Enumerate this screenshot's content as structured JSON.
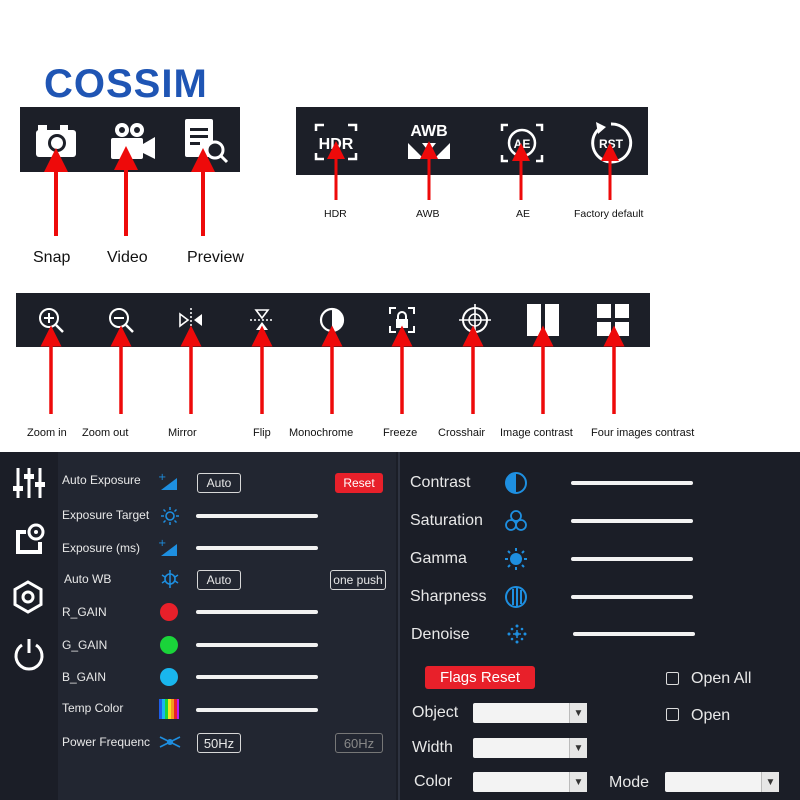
{
  "logo": {
    "text": "COSSIM"
  },
  "toolbar_capture": {
    "items": [
      {
        "icon": "camera-icon",
        "label": "Snap"
      },
      {
        "icon": "video-camera-icon",
        "label": "Video"
      },
      {
        "icon": "preview-icon",
        "label": "Preview"
      }
    ]
  },
  "toolbar_image": {
    "items": [
      {
        "icon": "hdr-icon",
        "glyph": "HDR",
        "label": "HDR"
      },
      {
        "icon": "awb-icon",
        "glyph": "AWB",
        "label": "AWB"
      },
      {
        "icon": "ae-icon",
        "glyph": "AE",
        "label": "AE"
      },
      {
        "icon": "rst-icon",
        "glyph": "RST",
        "label": "Factory default"
      }
    ]
  },
  "toolbar_view": {
    "items": [
      {
        "icon": "zoom-in-icon",
        "label": "Zoom in"
      },
      {
        "icon": "zoom-out-icon",
        "label": "Zoom out"
      },
      {
        "icon": "mirror-icon",
        "label": "Mirror"
      },
      {
        "icon": "flip-icon",
        "label": "Flip"
      },
      {
        "icon": "monochrome-icon",
        "label": "Monochrome"
      },
      {
        "icon": "freeze-icon",
        "label": "Freeze"
      },
      {
        "icon": "crosshair-icon",
        "label": "Crosshair"
      },
      {
        "icon": "image-contrast-icon",
        "label": "Image contrast"
      },
      {
        "icon": "four-images-icon",
        "label": "Four images contrast"
      }
    ]
  },
  "panel": {
    "sidebar": [
      {
        "icon": "sliders-icon"
      },
      {
        "icon": "camera-settings-icon"
      },
      {
        "icon": "hexagon-settings-icon"
      },
      {
        "icon": "power-icon"
      }
    ],
    "left": {
      "auto_exposure": {
        "label": "Auto Exposure",
        "mode": "Auto",
        "reset": "Reset"
      },
      "exposure_target": {
        "label": "Exposure Target"
      },
      "exposure_ms": {
        "label": "Exposure (ms)"
      },
      "auto_wb": {
        "label": "Auto WB",
        "mode": "Auto",
        "one_push": "one push"
      },
      "r_gain": {
        "label": "R_GAIN",
        "color": "#e8202a"
      },
      "g_gain": {
        "label": "G_GAIN",
        "color": "#1ad43a"
      },
      "b_gain": {
        "label": "B_GAIN",
        "color": "#19b6ee"
      },
      "temp_color": {
        "label": "Temp Color"
      },
      "power_frequency": {
        "label": "Power Frequenc",
        "opt1": "50Hz",
        "opt2": "60Hz"
      }
    },
    "right": {
      "contrast": {
        "label": "Contrast"
      },
      "saturation": {
        "label": "Saturation"
      },
      "gamma": {
        "label": "Gamma"
      },
      "sharpness": {
        "label": "Sharpness"
      },
      "denoise": {
        "label": "Denoise"
      },
      "flags_reset": "Flags Reset",
      "open_all": "Open All",
      "open": "Open",
      "object": "Object",
      "width": "Width",
      "color": "Color",
      "mode": "Mode"
    }
  },
  "colors": {
    "accent_red": "#e8202a",
    "panel_dark": "#1b1e27",
    "icon_blue": "#1e8fe0",
    "logo_blue": "#1f55b4"
  }
}
